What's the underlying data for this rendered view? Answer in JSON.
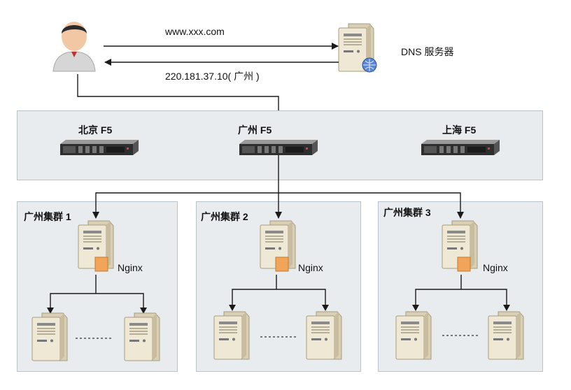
{
  "arrows": {
    "request_label": "www.xxx.com",
    "response_label": "220.181.37.10( 广州 )"
  },
  "dns": {
    "label": "DNS 服务器"
  },
  "f5": {
    "beijing": "北京 F5",
    "guangzhou": "广州 F5",
    "shanghai": "上海 F5"
  },
  "clusters": [
    {
      "title": "广州集群 1",
      "proxy_label": "Nginx"
    },
    {
      "title": "广州集群 2",
      "proxy_label": "Nginx"
    },
    {
      "title": "广州集群 3",
      "proxy_label": "Nginx"
    }
  ],
  "colors": {
    "panel_bg": "#e9ecef",
    "panel_border": "#b9c3cc",
    "server_body": "#efe8d4",
    "server_shadow": "#c9bda0",
    "nginx_orange": "#f2a45a",
    "line": "#1a1a1a"
  }
}
